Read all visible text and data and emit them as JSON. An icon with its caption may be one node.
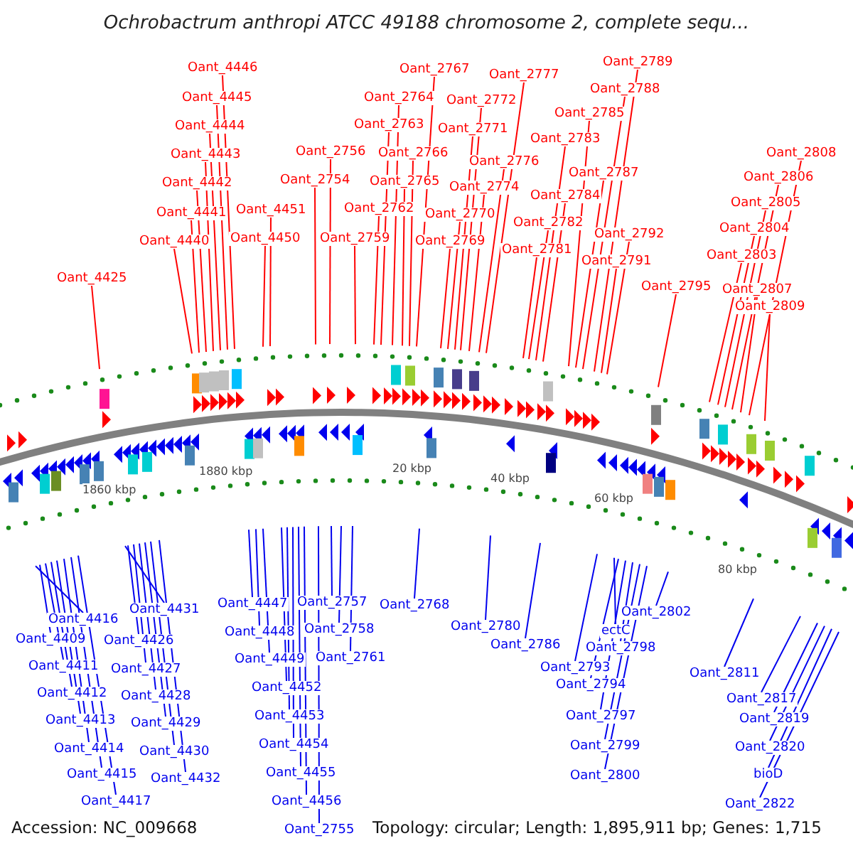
{
  "diagram": {
    "title": "Ochrobactrum anthropi ATCC 49188 chromosome 2, complete sequ...",
    "nodes": [
      {
        "text": [
          "Oant_4446"
        ]
      },
      {
        "text": [
          "Oant_4445"
        ]
      },
      {
        "text": [
          "Oant_4444"
        ]
      },
      {
        "text": [
          "Oant_4443"
        ]
      },
      {
        "text": [
          "Oant_4442"
        ]
      },
      {
        "text": [
          "Oant_4441"
        ]
      },
      {
        "text": [
          "Oant_4440"
        ]
      },
      {
        "text": [
          "Oant_4425"
        ]
      },
      {
        "text": [
          "Oant_4451"
        ]
      },
      {
        "text": [
          "Oant_4450"
        ]
      },
      {
        "text": [
          "Oant_2756"
        ]
      },
      {
        "text": [
          "Oant_2754"
        ]
      },
      {
        "text": [
          "Oant_2759"
        ]
      },
      {
        "text": [
          "Oant_2762"
        ]
      },
      {
        "text": [
          "Oant_2767"
        ]
      },
      {
        "text": [
          "Oant_2764"
        ]
      },
      {
        "text": [
          "Oant_2763"
        ]
      },
      {
        "text": [
          "Oant_2766"
        ]
      },
      {
        "text": [
          "Oant_2765"
        ]
      },
      {
        "text": [
          "Oant_2770"
        ]
      },
      {
        "text": [
          "Oant_2769"
        ]
      },
      {
        "text": [
          "Oant_2772"
        ]
      },
      {
        "text": [
          "Oant_2771"
        ]
      },
      {
        "text": [
          "Oant_2776"
        ]
      },
      {
        "text": [
          "Oant_2774"
        ]
      },
      {
        "text": [
          "Oant_2777"
        ]
      },
      {
        "text": [
          "Oant_2783"
        ]
      },
      {
        "text": [
          "Oant_2785"
        ]
      },
      {
        "text": [
          "Oant_2788"
        ]
      },
      {
        "text": [
          "Oant_2789"
        ]
      },
      {
        "text": [
          "Oant_2787"
        ]
      },
      {
        "text": [
          "Oant_2784"
        ]
      },
      {
        "text": [
          "Oant_2782"
        ]
      },
      {
        "text": [
          "Oant_2781"
        ]
      },
      {
        "text": [
          "Oant_2792"
        ]
      },
      {
        "text": [
          "Oant_2791"
        ]
      },
      {
        "text": [
          "Oant_2795"
        ]
      },
      {
        "text": [
          "Oant_2808"
        ]
      },
      {
        "text": [
          "Oant_2806"
        ]
      },
      {
        "text": [
          "Oant_2805"
        ]
      },
      {
        "text": [
          "Oant_2804"
        ]
      },
      {
        "text": [
          "Oant_2803"
        ]
      },
      {
        "text": [
          "Oant_2807"
        ]
      },
      {
        "text": [
          "Oant_2809"
        ]
      },
      {
        "text": [
          "Oant_4416"
        ]
      },
      {
        "text": [
          "Oant_4409"
        ]
      },
      {
        "text": [
          "Oant_4411"
        ]
      },
      {
        "text": [
          "Oant_4412"
        ]
      },
      {
        "text": [
          "Oant_4413"
        ]
      },
      {
        "text": [
          "Oant_4414"
        ]
      },
      {
        "text": [
          "Oant_4415"
        ]
      },
      {
        "text": [
          "Oant_4417"
        ]
      },
      {
        "text": [
          "Oant_4431"
        ]
      },
      {
        "text": [
          "Oant_4426"
        ]
      },
      {
        "text": [
          "Oant_4427"
        ]
      },
      {
        "text": [
          "Oant_4428"
        ]
      },
      {
        "text": [
          "Oant_4429"
        ]
      },
      {
        "text": [
          "Oant_4430"
        ]
      },
      {
        "text": [
          "Oant_4432"
        ]
      },
      {
        "text": [
          "Oant_4447"
        ]
      },
      {
        "text": [
          "Oant_4448"
        ]
      },
      {
        "text": [
          "Oant_4449"
        ]
      },
      {
        "text": [
          "Oant_4452"
        ]
      },
      {
        "text": [
          "Oant_4453"
        ]
      },
      {
        "text": [
          "Oant_4454"
        ]
      },
      {
        "text": [
          "Oant_4455"
        ]
      },
      {
        "text": [
          "Oant_4456"
        ]
      },
      {
        "text": [
          "Oant_2755"
        ]
      },
      {
        "text": [
          "Oant_2757"
        ]
      },
      {
        "text": [
          "Oant_2758"
        ]
      },
      {
        "text": [
          "Oant_2761"
        ]
      },
      {
        "text": [
          "Oant_2768"
        ]
      },
      {
        "text": [
          "Oant_2780"
        ]
      },
      {
        "text": [
          "Oant_2786"
        ]
      },
      {
        "text": [
          "Oant_2802"
        ]
      },
      {
        "text": [
          "ectC"
        ]
      },
      {
        "text": [
          "Oant_2798"
        ]
      },
      {
        "text": [
          "Oant_2793"
        ]
      },
      {
        "text": [
          "Oant_2794"
        ]
      },
      {
        "text": [
          "Oant_2797"
        ]
      },
      {
        "text": [
          "Oant_2799"
        ]
      },
      {
        "text": [
          "Oant_2800"
        ]
      },
      {
        "text": [
          "Oant_2811"
        ]
      },
      {
        "text": [
          "Oant_2817"
        ]
      },
      {
        "text": [
          "Oant_2819"
        ]
      },
      {
        "text": [
          "Oant_2820"
        ]
      },
      {
        "text": [
          "bioD"
        ]
      },
      {
        "text": [
          "Oant_2822"
        ]
      }
    ],
    "edges": [
      {
        "from": 0,
        "to": null,
        "arrow": "none",
        "color": "#ff0000"
      },
      {
        "from": 1,
        "to": null,
        "arrow": "none",
        "color": "#ff0000"
      },
      {
        "from": 2,
        "to": null,
        "arrow": "none",
        "color": "#ff0000"
      },
      {
        "from": 3,
        "to": null,
        "arrow": "none",
        "color": "#ff0000"
      },
      {
        "from": 4,
        "to": null,
        "arrow": "none",
        "color": "#ff0000"
      },
      {
        "from": 5,
        "to": null,
        "arrow": "none",
        "color": "#ff0000"
      },
      {
        "from": 6,
        "to": null,
        "arrow": "none",
        "color": "#ff0000"
      },
      {
        "from": 7,
        "to": null,
        "arrow": "none",
        "color": "#ff0000"
      },
      {
        "from": 8,
        "to": null,
        "arrow": "none",
        "color": "#ff0000"
      },
      {
        "from": 9,
        "to": null,
        "arrow": "none",
        "color": "#ff0000"
      },
      {
        "from": 10,
        "to": null,
        "arrow": "none",
        "color": "#ff0000"
      },
      {
        "from": 11,
        "to": null,
        "arrow": "none",
        "color": "#ff0000"
      },
      {
        "from": 12,
        "to": null,
        "arrow": "none",
        "color": "#ff0000"
      },
      {
        "from": 13,
        "to": null,
        "arrow": "none",
        "color": "#ff0000"
      },
      {
        "from": 14,
        "to": null,
        "arrow": "none",
        "color": "#ff0000"
      },
      {
        "from": 15,
        "to": null,
        "arrow": "none",
        "color": "#ff0000"
      },
      {
        "from": 16,
        "to": null,
        "arrow": "none",
        "color": "#ff0000"
      },
      {
        "from": 17,
        "to": null,
        "arrow": "none",
        "color": "#ff0000"
      },
      {
        "from": 18,
        "to": null,
        "arrow": "none",
        "color": "#ff0000"
      },
      {
        "from": 19,
        "to": null,
        "arrow": "none",
        "color": "#ff0000"
      },
      {
        "from": 20,
        "to": null,
        "arrow": "none",
        "color": "#ff0000"
      },
      {
        "from": 21,
        "to": null,
        "arrow": "none",
        "color": "#ff0000"
      },
      {
        "from": 22,
        "to": null,
        "arrow": "none",
        "color": "#ff0000"
      },
      {
        "from": 23,
        "to": null,
        "arrow": "none",
        "color": "#ff0000"
      },
      {
        "from": 24,
        "to": null,
        "arrow": "none",
        "color": "#ff0000"
      },
      {
        "from": 25,
        "to": null,
        "arrow": "none",
        "color": "#ff0000"
      },
      {
        "from": 26,
        "to": null,
        "arrow": "none",
        "color": "#ff0000"
      },
      {
        "from": 27,
        "to": null,
        "arrow": "none",
        "color": "#ff0000"
      },
      {
        "from": 28,
        "to": null,
        "arrow": "none",
        "color": "#ff0000"
      },
      {
        "from": 29,
        "to": null,
        "arrow": "none",
        "color": "#ff0000"
      },
      {
        "from": 30,
        "to": null,
        "arrow": "none",
        "color": "#ff0000"
      },
      {
        "from": 31,
        "to": null,
        "arrow": "none",
        "color": "#ff0000"
      },
      {
        "from": 32,
        "to": null,
        "arrow": "none",
        "color": "#ff0000"
      },
      {
        "from": 33,
        "to": null,
        "arrow": "none",
        "color": "#ff0000"
      },
      {
        "from": 34,
        "to": null,
        "arrow": "none",
        "color": "#ff0000"
      },
      {
        "from": 35,
        "to": null,
        "arrow": "none",
        "color": "#ff0000"
      },
      {
        "from": 36,
        "to": null,
        "arrow": "none",
        "color": "#ff0000"
      },
      {
        "from": 37,
        "to": null,
        "arrow": "none",
        "color": "#ff0000"
      },
      {
        "from": 38,
        "to": null,
        "arrow": "none",
        "color": "#ff0000"
      },
      {
        "from": 39,
        "to": null,
        "arrow": "none",
        "color": "#ff0000"
      },
      {
        "from": 40,
        "to": null,
        "arrow": "none",
        "color": "#ff0000"
      },
      {
        "from": 41,
        "to": null,
        "arrow": "none",
        "color": "#ff0000"
      },
      {
        "from": 42,
        "to": null,
        "arrow": "none",
        "color": "#ff0000"
      },
      {
        "from": 43,
        "to": null,
        "arrow": "none",
        "color": "#ff0000"
      },
      {
        "from": 44,
        "to": null,
        "arrow": "none",
        "color": "#0000ee"
      },
      {
        "from": 45,
        "to": null,
        "arrow": "none",
        "color": "#0000ee"
      },
      {
        "from": 46,
        "to": null,
        "arrow": "none",
        "color": "#0000ee"
      },
      {
        "from": 47,
        "to": null,
        "arrow": "none",
        "color": "#0000ee"
      },
      {
        "from": 48,
        "to": null,
        "arrow": "none",
        "color": "#0000ee"
      },
      {
        "from": 49,
        "to": null,
        "arrow": "none",
        "color": "#0000ee"
      },
      {
        "from": 50,
        "to": null,
        "arrow": "none",
        "color": "#0000ee"
      },
      {
        "from": 51,
        "to": null,
        "arrow": "none",
        "color": "#0000ee"
      },
      {
        "from": 52,
        "to": null,
        "arrow": "none",
        "color": "#0000ee"
      },
      {
        "from": 53,
        "to": null,
        "arrow": "none",
        "color": "#0000ee"
      },
      {
        "from": 54,
        "to": null,
        "arrow": "none",
        "color": "#0000ee"
      },
      {
        "from": 55,
        "to": null,
        "arrow": "none",
        "color": "#0000ee"
      },
      {
        "from": 56,
        "to": null,
        "arrow": "none",
        "color": "#0000ee"
      },
      {
        "from": 57,
        "to": null,
        "arrow": "none",
        "color": "#0000ee"
      },
      {
        "from": 58,
        "to": null,
        "arrow": "none",
        "color": "#0000ee"
      },
      {
        "from": 59,
        "to": null,
        "arrow": "none",
        "color": "#0000ee"
      },
      {
        "from": 60,
        "to": null,
        "arrow": "none",
        "color": "#0000ee"
      },
      {
        "from": 61,
        "to": null,
        "arrow": "none",
        "color": "#0000ee"
      },
      {
        "from": 62,
        "to": null,
        "arrow": "none",
        "color": "#0000ee"
      },
      {
        "from": 63,
        "to": null,
        "arrow": "none",
        "color": "#0000ee"
      },
      {
        "from": 64,
        "to": null,
        "arrow": "none",
        "color": "#0000ee"
      },
      {
        "from": 65,
        "to": null,
        "arrow": "none",
        "color": "#0000ee"
      },
      {
        "from": 66,
        "to": null,
        "arrow": "none",
        "color": "#0000ee"
      },
      {
        "from": 67,
        "to": null,
        "arrow": "none",
        "color": "#0000ee"
      },
      {
        "from": 68,
        "to": null,
        "arrow": "none",
        "color": "#0000ee"
      },
      {
        "from": 69,
        "to": null,
        "arrow": "none",
        "color": "#0000ee"
      },
      {
        "from": 70,
        "to": null,
        "arrow": "none",
        "color": "#0000ee"
      },
      {
        "from": 71,
        "to": null,
        "arrow": "none",
        "color": "#0000ee"
      },
      {
        "from": 72,
        "to": null,
        "arrow": "none",
        "color": "#0000ee"
      },
      {
        "from": 73,
        "to": null,
        "arrow": "none",
        "color": "#0000ee"
      },
      {
        "from": 74,
        "to": null,
        "arrow": "none",
        "color": "#0000ee"
      },
      {
        "from": 75,
        "to": null,
        "arrow": "none",
        "color": "#0000ee"
      },
      {
        "from": 76,
        "to": null,
        "arrow": "none",
        "color": "#0000ee"
      },
      {
        "from": 77,
        "to": null,
        "arrow": "none",
        "color": "#0000ee"
      },
      {
        "from": 78,
        "to": null,
        "arrow": "none",
        "color": "#0000ee"
      },
      {
        "from": 79,
        "to": null,
        "arrow": "none",
        "color": "#0000ee"
      },
      {
        "from": 80,
        "to": null,
        "arrow": "none",
        "color": "#0000ee"
      },
      {
        "from": 81,
        "to": null,
        "arrow": "none",
        "color": "#0000ee"
      },
      {
        "from": 82,
        "to": null,
        "arrow": "none",
        "color": "#0000ee"
      },
      {
        "from": 83,
        "to": null,
        "arrow": "none",
        "color": "#0000ee"
      },
      {
        "from": 84,
        "to": null,
        "arrow": "none",
        "color": "#0000ee"
      },
      {
        "from": 85,
        "to": null,
        "arrow": "none",
        "color": "#0000ee"
      },
      {
        "from": 86,
        "to": null,
        "arrow": "none",
        "color": "#0000ee"
      },
      {
        "from": 87,
        "to": null,
        "arrow": "none",
        "color": "#0000ee"
      }
    ],
    "labels": [
      "1860 kbp",
      "1880 kbp",
      "20 kbp",
      "40 kbp",
      "60 kbp",
      "80 kbp",
      "Accession: NC_009668",
      "Topology: circular; Length: 1,895,911 bp; Genes: 1,715"
    ]
  }
}
